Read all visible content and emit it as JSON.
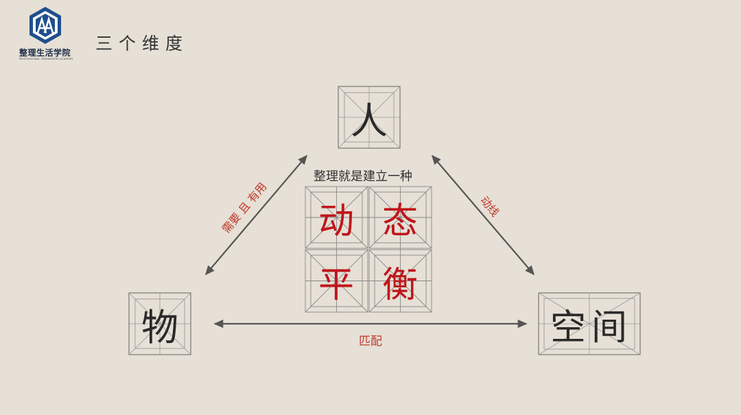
{
  "logo": {
    "name": "整理生活学院",
    "subtitle": "PROFESSIONAL ORGANIZERS ACADEMY"
  },
  "title": "三个维度",
  "nodes": {
    "top": "人",
    "left": "物",
    "right_1": "空",
    "right_2": "间"
  },
  "center": {
    "subtitle": "整理就是建立一种",
    "chars": [
      "动",
      "态",
      "平",
      "衡"
    ]
  },
  "edges": {
    "left": "需要 且 有用",
    "right": "动线",
    "bottom": "匹配"
  },
  "colors": {
    "background": "#e6e0d6",
    "accent_red": "#c0392b",
    "ink": "#333333",
    "logo_blue": "#1f4f8c"
  }
}
